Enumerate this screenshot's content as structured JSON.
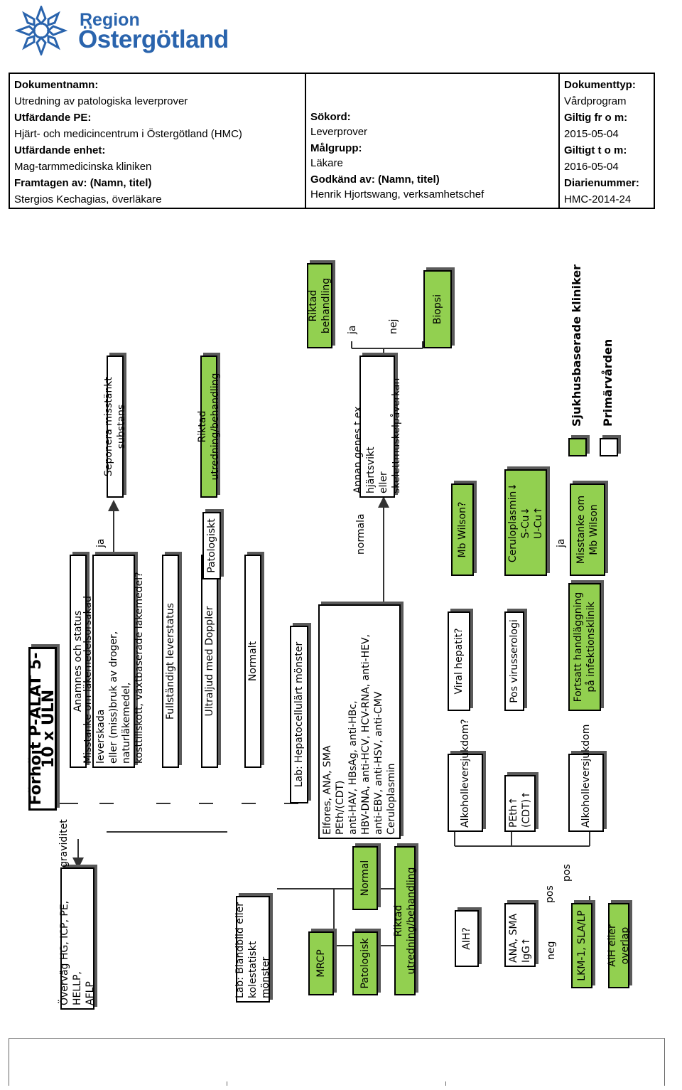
{
  "logo": {
    "line1": "Region",
    "line2": "Östergötland",
    "brand_color": "#2a64ad"
  },
  "header": {
    "dokumentnamn_label": "Dokumentnamn:",
    "dokumentnamn": "Utredning av patologiska leverprover",
    "dokumenttyp_label": "Dokumenttyp:",
    "dokumenttyp": "Vårdprogram",
    "utfardande_pe_label": "Utfärdande PE:",
    "utfardande_pe": "Hjärt- och medicincentrum i Östergötland (HMC)",
    "sokord_label": "Sökord:",
    "sokord": "Leverprover",
    "giltig_fr_label": "Giltig fr o m:",
    "giltig_fr": "2015-05-04",
    "utfardande_enhet_label": "Utfärdande enhet:",
    "utfardande_enhet": "Mag-tarmmedicinska kliniken",
    "malgrupp_label": "Målgrupp:",
    "malgrupp": "Läkare",
    "giltig_till_label": "Giltigt t o m:",
    "giltig_till": "2016-05-04",
    "framtagen_label": "Framtagen av: (Namn, titel)",
    "framtagen": "Stergios Kechagias, överläkare",
    "godkand_label": "Godkänd av: (Namn, titel)",
    "godkand": "Henrik Hjortswang, verksamhetschef",
    "diarienummer_label": "Diarienummer:",
    "diarienummer": "HMC-2014-24"
  },
  "flowchart": {
    "colors": {
      "green": "#92d050",
      "white": "#ffffff"
    },
    "title": "Förhöjt P-ALAT 5-10 x ULN",
    "nodes": {
      "graviditet_box": "Överväg HG, ICP, PE, HELLP,\nAFLP",
      "anamnes": "Anamnes och status",
      "misstanke": "Misstanke om läkemedelsorsakad leverskada\neller (miss)bruk av droger, naturläkemedel,\nkosttillskott, växtbaserade läkemedel?",
      "seponera": "Seponera misstänkt substans",
      "fullstandigt": "Fullständigt leverstatus",
      "ultraljud": "Ultraljud med Doppler",
      "patologiskt": "Patologiskt",
      "riktad1": "Riktad utredning/behandling",
      "normalt": "Normalt",
      "lab_blandbild": "Lab: Blandbild eller\nkolestatiskt mönster",
      "mrcp": "MRCP",
      "patologisk": "Patologisk",
      "normal": "Normal",
      "riktad2": "Riktad utredning/behandling",
      "lab_hepato": "Lab: Hepatocellulärt mönster",
      "elfores": "Elfores, ANA, SMA\nPEth/(CDT)\nanti-HAV, HBsAg, anti-HBc,\nHBV-DNA, anti-HCV, HCV-RNA, anti-HEV,\nanti-EBV, anti-HSV, anti-CMV\nCeruloplasmin",
      "annan_genes": "Annan genes t ex hjärtsvikt\neller skelettmuskelpåverkan",
      "riktad_beh": "Riktad behandling",
      "biopsi": "Biopsi",
      "aih": "AIH?",
      "ana_sma": "ANA, SMA\nIgG↑",
      "lkm": "LKM-1, SLA/LP",
      "aih_overlap": "AIH eller overlap",
      "alkohol1": "Alkoholleversjukdom?",
      "peth": "PEth↑\n(CDT)↑",
      "alkohol2": "Alkoholleversjukdom",
      "viral": "Viral hepatit?",
      "pos_virus": "Pos virusserologi",
      "fortsatt": "Fortsatt handläggning\npå infektionsklinik",
      "wilson": "Mb Wilson?",
      "ceruloplasmin": "Ceruloplasmin↓\nS-Cu↓\nU-Cu↑",
      "misstanke_wilson": "Misstanke om\nMb Wilson"
    },
    "edge_labels": {
      "graviditet": "graviditet",
      "ja1": "ja",
      "normala": "normala",
      "ja2": "ja",
      "nej": "nej",
      "neg": "neg",
      "pos1": "pos",
      "pos2": "pos",
      "ja3": "ja"
    },
    "legend": {
      "green": "Sjukhusbaserade kliniker",
      "white": "Primärvården"
    }
  }
}
